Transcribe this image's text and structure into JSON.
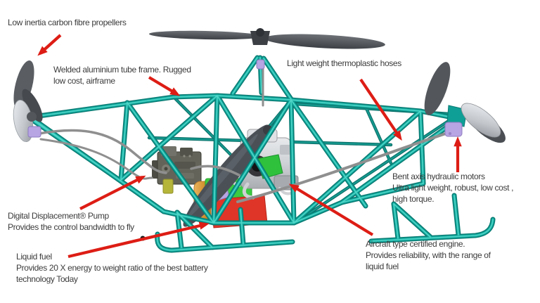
{
  "figure": {
    "type": "annotated-diagram",
    "subject": "Hydraulic hybrid quadcopter concept render",
    "colors": {
      "frame_teal": "#12a79c",
      "arrow_red": "#dd1d15",
      "text": "#3c3c3c",
      "propeller_gray": "#54585d",
      "motor_purple": "#b7a4e3",
      "engine_silver": "#d2d5d8",
      "fuel_tank_red": "#df3528",
      "fuel_orange": "#d99a3d",
      "component_green": "#34c93e"
    }
  },
  "annotations": {
    "propellers": {
      "lines": [
        "Low inertia carbon fibre propellers"
      ]
    },
    "frame": {
      "lines": [
        "Welded aluminium tube frame. Rugged",
        "low cost, airframe"
      ]
    },
    "hoses": {
      "lines": [
        "Light weight thermoplastic hoses"
      ]
    },
    "motors": {
      "lines": [
        "Bent axis hydraulic motors",
        "Ultra light weight, robust, low cost ,",
        "high torque."
      ]
    },
    "pump": {
      "lines": [
        "Digital Displacement® Pump",
        "Provides the control bandwidth to fly"
      ]
    },
    "fuel": {
      "lines": [
        "Liquid fuel",
        "Provides 20 X energy to weight ratio of the best battery",
        "technology Today"
      ]
    },
    "engine": {
      "lines": [
        "Aircraft type certified engine.",
        "Provides reliability, with the range of",
        "liquid fuel"
      ]
    }
  }
}
